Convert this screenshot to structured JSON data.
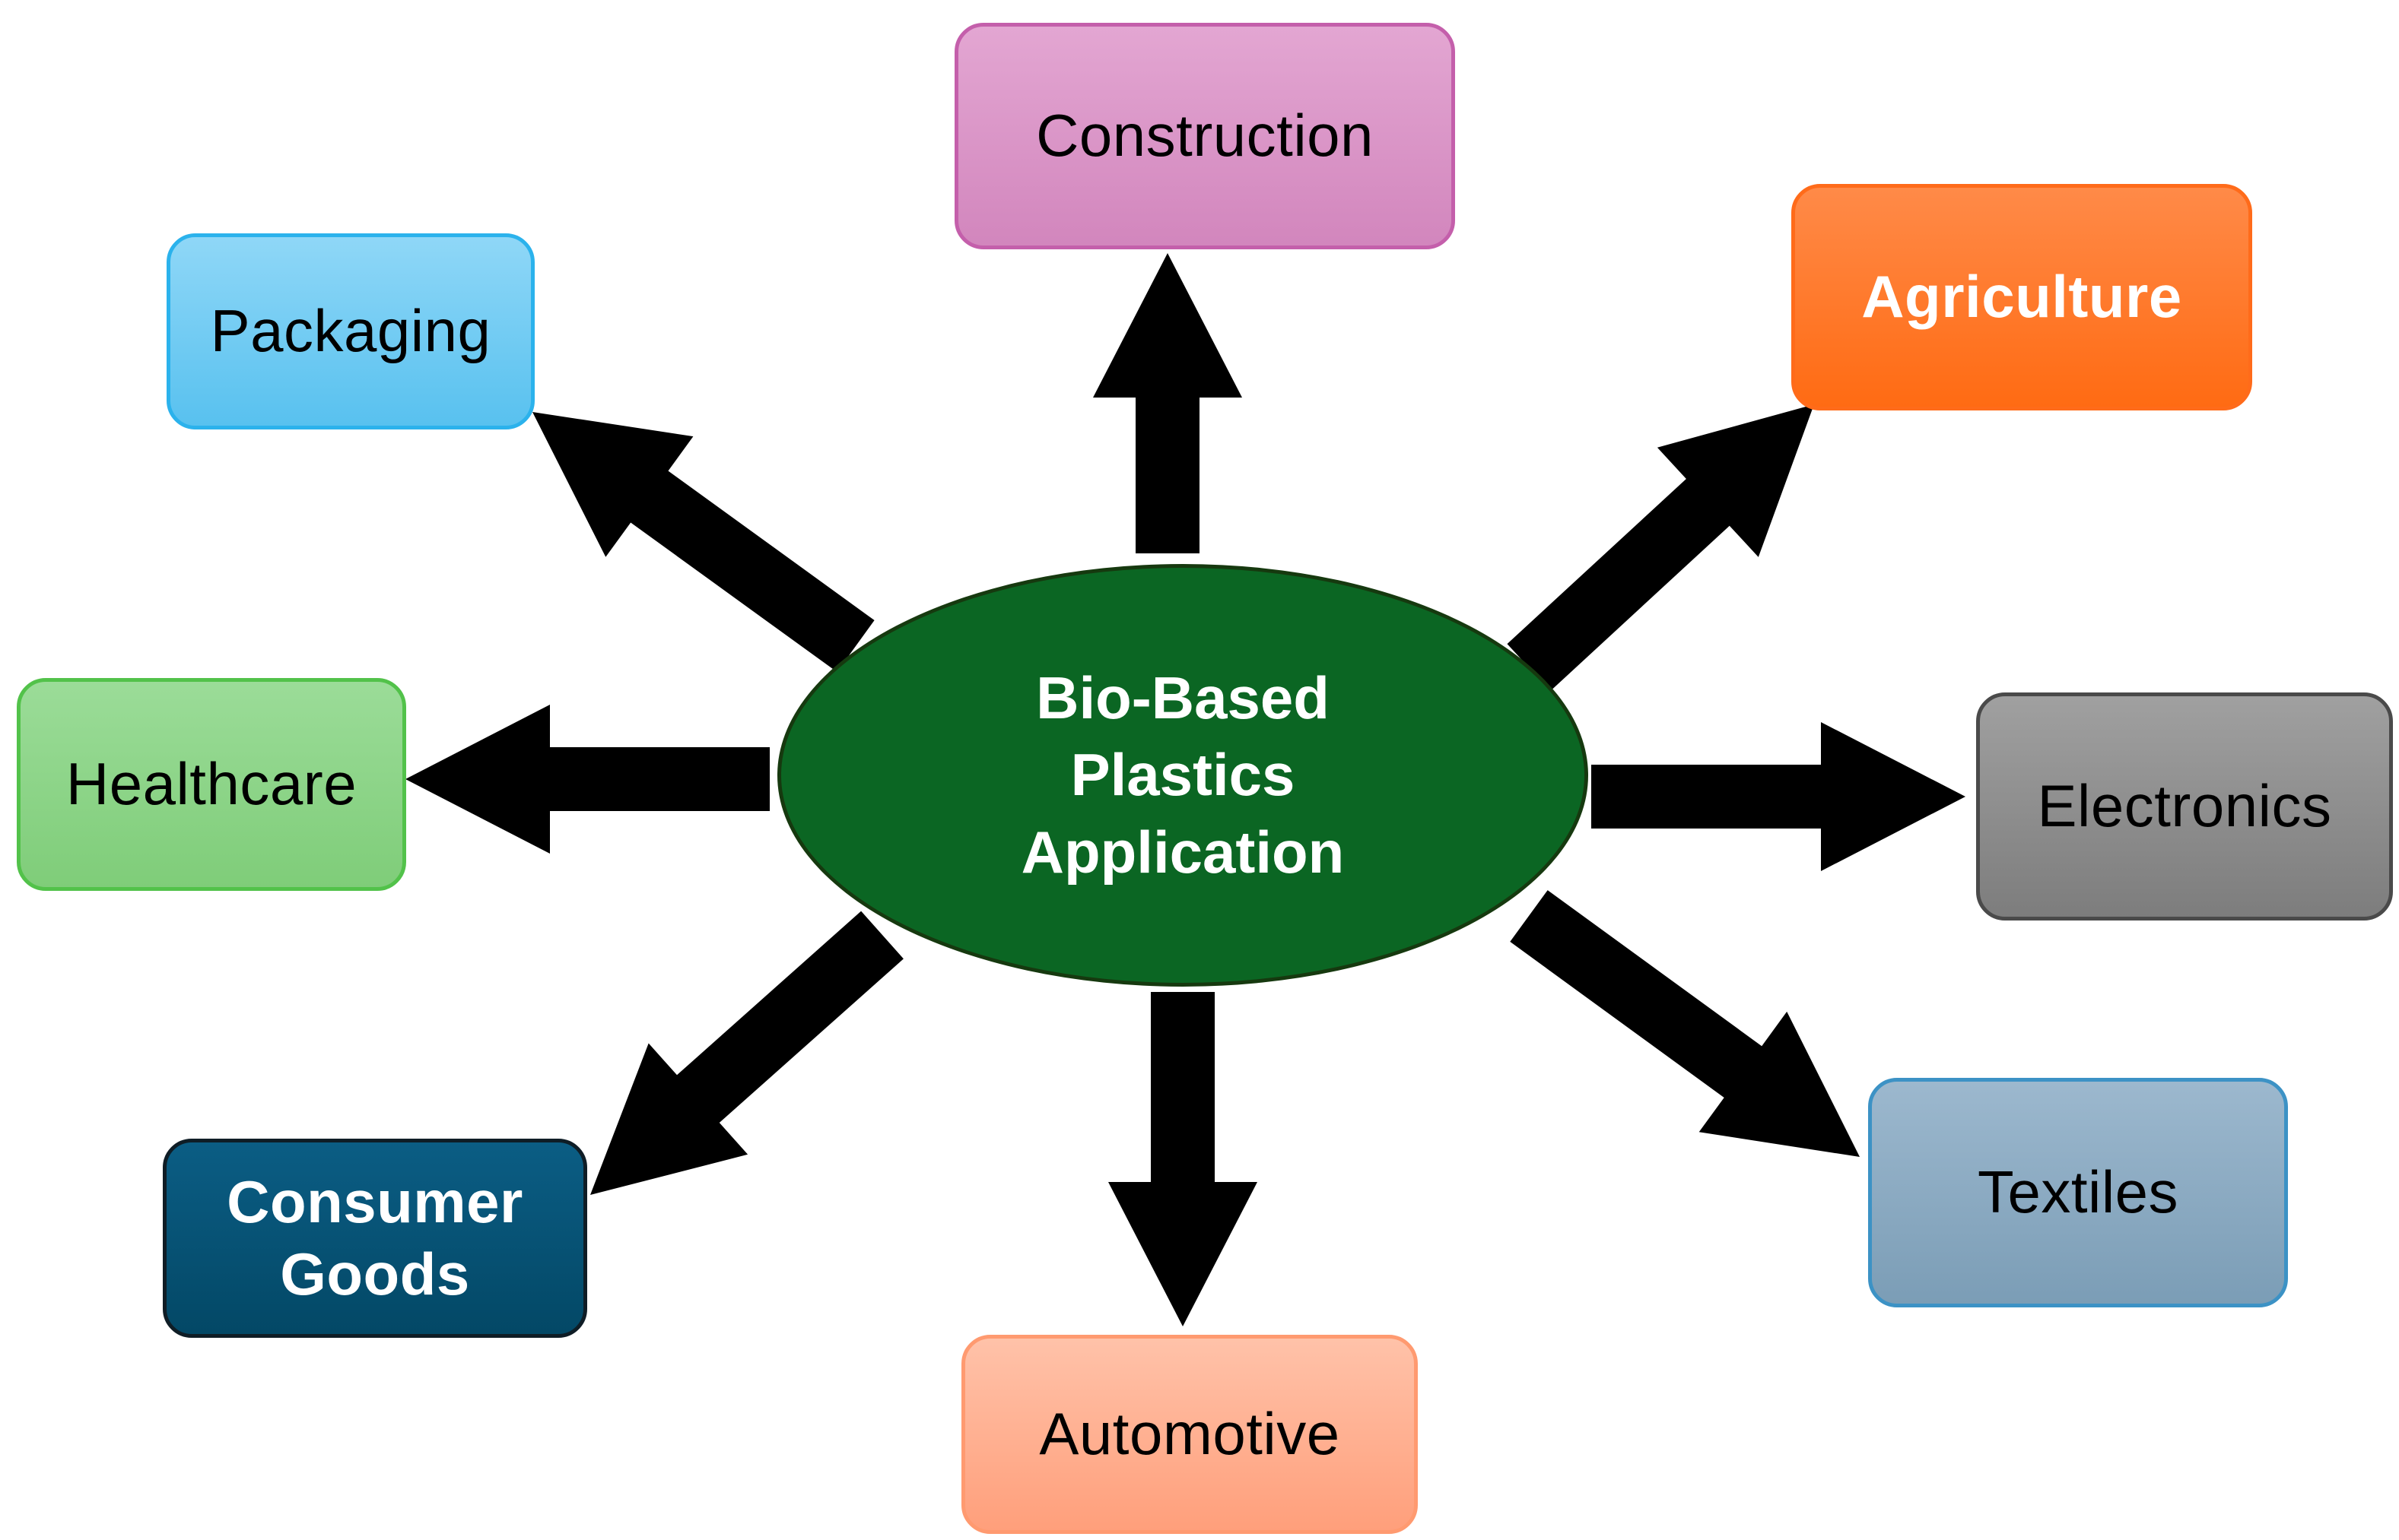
{
  "center": {
    "lines": [
      "Bio-Based",
      "Plastics",
      "Application"
    ],
    "fill": "#0b6623",
    "text_color": "#ffffff"
  },
  "nodes": {
    "construction": {
      "label": "Construction",
      "fill_top": "#e3a6d2",
      "fill_bottom": "#d286bd",
      "border": "#c45fab",
      "text_color": "#000000"
    },
    "agriculture": {
      "label": "Agriculture",
      "fill_top": "#ff8a48",
      "fill_bottom": "#ff6b13",
      "border": "#ff6b1a",
      "text_color": "#ffffff"
    },
    "packaging": {
      "label": "Packaging",
      "fill_top": "#8fd7f7",
      "fill_bottom": "#58c1ef",
      "border": "#2bb2ec",
      "text_color": "#000000"
    },
    "healthcare": {
      "label": "Healthcare",
      "fill_top": "#9bdc98",
      "fill_bottom": "#7fcd79",
      "border": "#52c24a",
      "text_color": "#000000"
    },
    "electronics": {
      "label": "Electronics",
      "fill_top": "#a0a0a0",
      "fill_bottom": "#7d7d7d",
      "border": "#4a4a4a",
      "text_color": "#000000"
    },
    "consumer_goods": {
      "label_lines": [
        "Consumer",
        "Goods"
      ],
      "fill_top": "#0b5d84",
      "fill_bottom": "#034866",
      "border": "#0f1d26",
      "text_color": "#ffffff"
    },
    "textiles": {
      "label": "Textiles",
      "fill_top": "#9cb8ce",
      "fill_bottom": "#7b9db6",
      "border": "#3c92c5",
      "text_color": "#000000"
    },
    "automotive": {
      "label": "Automotive",
      "fill_top": "#ffc2a9",
      "fill_bottom": "#ff9f7b",
      "border": "#ff9a70",
      "text_color": "#000000"
    }
  },
  "arrow_color": "#000000"
}
